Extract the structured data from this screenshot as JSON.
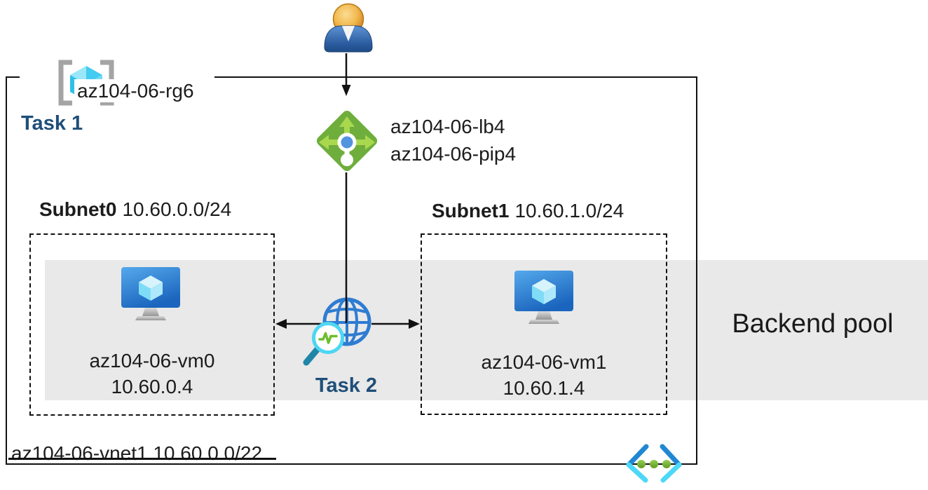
{
  "resource_group": {
    "label": "az104-06-rg6",
    "task_label": "Task 1"
  },
  "load_balancer": {
    "name": "az104-06-lb4",
    "public_ip": "az104-06-pip4"
  },
  "subnets": [
    {
      "name": "Subnet0",
      "cidr": "10.60.0.0/24",
      "vm_name": "az104-06-vm0",
      "vm_ip": "10.60.0.4"
    },
    {
      "name": "Subnet1",
      "cidr": "10.60.1.0/24",
      "vm_name": "az104-06-vm1",
      "vm_ip": "10.60.1.4"
    }
  ],
  "probe": {
    "task_label": "Task 2"
  },
  "backend_pool": {
    "label": "Backend pool"
  },
  "vnet": {
    "label": "az104-06-vnet1 10.60.0.0/22"
  },
  "icons": {
    "user": "user-icon",
    "resource_group": "resource-group-icon",
    "load_balancer": "load-balancer-icon",
    "virtual_machine": "vm-icon",
    "health_probe": "globe-probe-icon",
    "virtual_network": "vnet-icon",
    "connectors": "arrow-connector"
  },
  "colors": {
    "text": "#1c1c1c",
    "task-label": "#1F4E79",
    "band-bg": "#E9E9E9",
    "diagram-line": "#111111",
    "lb-green": "#6FAE3C",
    "lb-arrow-green": "#A9D84F",
    "lb-dot-blue": "#5394DF",
    "globe-blue": "#2E7CD2",
    "probe-pulse-green": "#6CBE2C",
    "magnifier-cyan": "#4FD6F3",
    "magnifier-handle-teal": "#1F86A8",
    "vnet-bracket-blue": "#2287D3",
    "vnet-bracket-cyan": "#4ED8F7",
    "vm-screen-blue": "#1B65BE",
    "cube-cyan": "#43CBF0",
    "bracket-gray": "#A4A4A4",
    "person-head-orange": "#E8A93C",
    "person-body-blue": "#2A5B9E"
  }
}
